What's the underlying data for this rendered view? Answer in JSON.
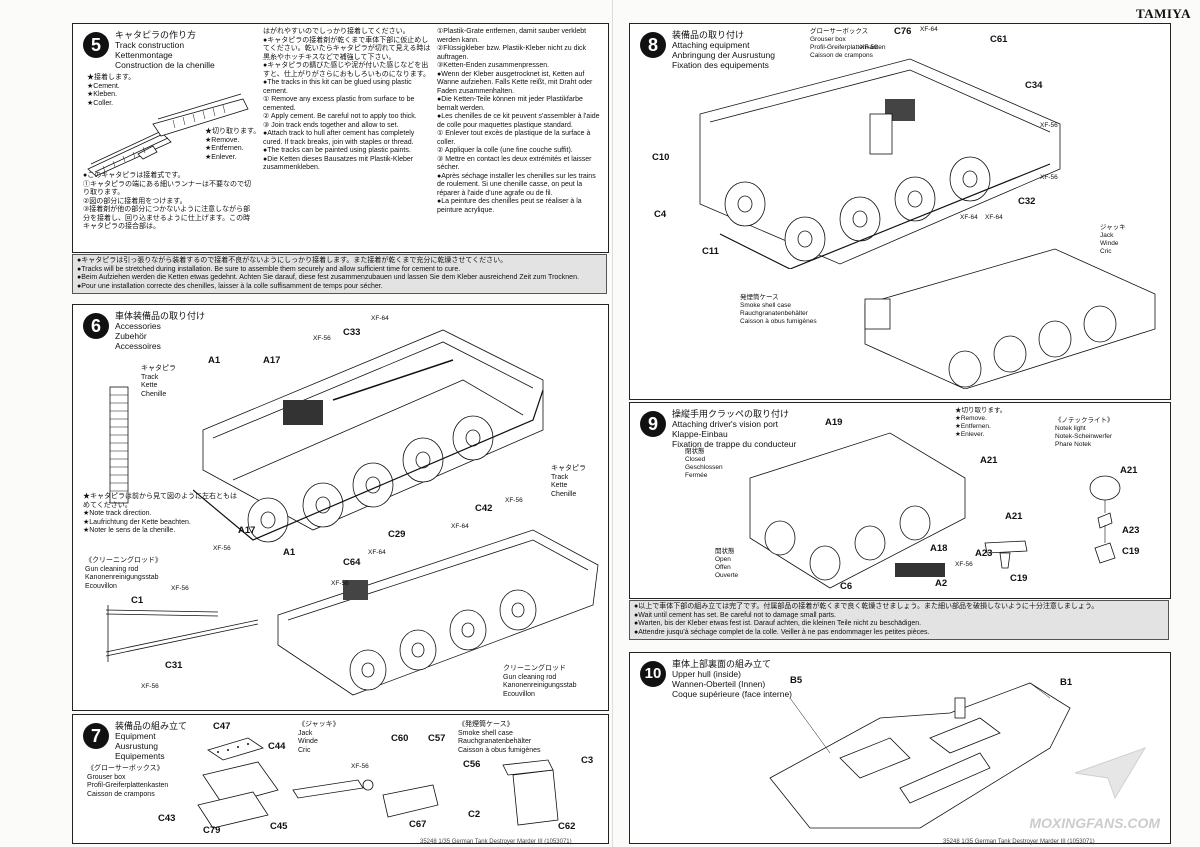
{
  "brand": "TAMIYA",
  "watermark": "MOXINGFANS.COM",
  "footer_left": "35248 1/35 German Tank Destroyer Marder III (1053071)",
  "footer_right": "35248 1/35 German Tank Destroyer Marder III (1053071)",
  "step5": {
    "num": "5",
    "title_jp": "キャタピラの作り方",
    "title_en": "Track construction",
    "title_de": "Kettenmontage",
    "title_fr": "Construction de la chenille",
    "legend_cement": "★接着します。\n★Cement.\n★Kleben.\n★Coller.",
    "legend_remove": "★切り取ります。\n★Remove.\n★Entfernen.\n★Enlever.",
    "jp_note": "●このキャタピラは接着式です。\n①キャタピラの端にある細いランナーは不要なので切り取ります。\n②図の部分に接着用をつけます。\n③接着剤が他の部分につかないように注意しながら部分を接着し、回り込ませるように仕上げます。この時キャタピラの接合部は。",
    "col2": "はがれやすいのでしっかり接着してください。\n●キャタピラの接着剤が乾くまで車体下部に仮止めしてください。乾いたらキャタピラが切れて見える時は黒糸やホッチキスなどで補強して下さい。\n●キャタピラの錆びた感じや泥が付いた感じなどを出すと、仕上がりがさらにおもしろいものになります。\n●The tracks in this kit can be glued using plastic cement.\n① Remove any excess plastic from surface to be cemented.\n② Apply cement. Be careful not to apply too thick.\n③ Join track ends together and allow to set.\n●Attach track to hull after cement has completely cured. If track breaks, join with staples or thread.\n●The tracks can be painted using plastic paints.\n●Die Ketten dieses Bausatzes mit Plastik-Kleber zusammenkleben.",
    "col3": "①Plastik-Grate entfernen, damit sauber verklebt werden kann.\n②Flüssigkleber bzw. Plastik-Kleber nicht zu dick auftragen.\n③Ketten-Enden zusammenpressen.\n●Wenn der Kleber ausgetrocknet ist, Ketten auf Wanne aufziehen. Falls Kette reißt, mit Draht oder Faden zusammenhalten.\n●Die Ketten-Teile können mit jeder Plastikfarbe bemalt werden.\n●Les chenilles de ce kit peuvent s'assembler à l'aide de colle pour maquettes plastique standard.\n① Enlever tout excès de plastique de la surface à coller.\n② Appliquer la colle (une fine couche suffit).\n③ Mettre en contact les deux extrémités et laisser sécher.\n●Après séchage installer les chenilles sur les trains de roulement. Si une chenille casse, on peut la réparer à l'aide d'une agrafe ou de fil.\n●La peinture des chenilles peut se réaliser à la peinture acrylique."
  },
  "warning1": {
    "jp": "●キャタピラは引っ張りながら装着するので接着不良がないようにしっかり接着します。また接着が乾くまで充分に乾燥させてください。",
    "en": "●Tracks will be stretched during installation. Be sure to assemble them securely and allow sufficient time for cement to cure.",
    "de": "●Beim Aufziehen werden die Ketten etwas gedehnt. Achten Sie darauf, diese fest zusammenzubauen und lassen Sie dem Kleber ausreichend Zeit zum Trocknen.",
    "fr": "●Pour une installation correcte des chenilles, laisser à la colle suffisamment de temps pour sécher."
  },
  "step6": {
    "num": "6",
    "title_jp": "車体装備品の取り付け",
    "title_en": "Accessories",
    "title_de": "Zubehör",
    "title_fr": "Accessoires",
    "track_label": "キャタピラ\nTrack\nKette\nChenille",
    "track_label2": "キャタピラ\nTrack\nKette\nChenille",
    "note_direction": "★キャタピラは前から見て図のように左右ともはめてください。\n★Note track direction.\n★Laufrichtung der Kette beachten.\n★Noter le sens de la chenille.",
    "cleaning_rod": "《クリーニングロッド》\nGun cleaning rod\nKanonenreinigungsstab\nEcouvillon",
    "cleaning_rod2": "クリーニングロッド\nGun cleaning rod\nKanonenreinigungsstab\nEcouvillon",
    "parts": [
      "A1",
      "A17",
      "C33",
      "A17",
      "A1",
      "C42",
      "C29",
      "C64",
      "C1",
      "C31"
    ],
    "paints": [
      "XF-64",
      "XF-56",
      "XF-56",
      "XF-56",
      "XF-64",
      "XF-56",
      "XF-64",
      "XF-56",
      "XF-56"
    ]
  },
  "step7": {
    "num": "7",
    "title_jp": "装備品の組み立て",
    "title_en": "Equipment",
    "title_de": "Ausrustung",
    "title_fr": "Equipements",
    "grouser": "《グローサーボックス》\nGrouser box\nProfil-Greiferplattenkasten\nCaisson de crampons",
    "jack": "《ジャッキ》\nJack\nWinde\nCric",
    "smoke": "《発煙筒ケース》\nSmoke shell case\nRauchgranatenbehälter\nCaisson à obus fumigènes",
    "parts": [
      "C47",
      "C44",
      "C43",
      "C79",
      "C45",
      "C60",
      "C57",
      "C67",
      "C56",
      "C3",
      "C2",
      "C62"
    ],
    "paint": "XF-56"
  },
  "step8": {
    "num": "8",
    "title_jp": "装備品の取り付け",
    "title_en": "Attaching equipment",
    "title_de": "Anbringung der Ausrustung",
    "title_fr": "Fixation des equipements",
    "grouser": "グローサーボックス\nGrouser box\nProfil-Greiferplattenkasten\nCaisson de crampons",
    "jack": "ジャッキ\nJack\nWinde\nCric",
    "smoke": "発煙筒ケース\nSmoke shell case\nRauchgranatenbehälter\nCaisson à obus fumigènes",
    "parts": [
      "C76",
      "C61",
      "C34",
      "C10",
      "C4",
      "C11",
      "C32"
    ],
    "paints": [
      "XF-64",
      "XF-56",
      "XF-56",
      "XF-56",
      "XF-64",
      "XF-64"
    ]
  },
  "step9": {
    "num": "9",
    "title_jp": "操縦手用クラッペの取り付け",
    "title_en": "Attaching driver's vision port",
    "title_de": "Klappe-Einbau",
    "title_fr": "Fixation de trappe du conducteur",
    "closed": "閉状態\nClosed\nGeschlossen\nFermée",
    "open": "開状態\nOpen\nOffen\nOuverte",
    "remove": "★切り取ります。\n★Remove.\n★Entfernen.\n★Enlever.",
    "notek": "《ノテックライト》\nNotek light\nNotek-Scheinwerfer\nPhare Notek",
    "parts": [
      "A19",
      "A21",
      "A21",
      "A21",
      "A23",
      "A23",
      "C19",
      "C19",
      "A18",
      "A2",
      "C6"
    ],
    "paint": "XF-56"
  },
  "warning2": {
    "jp": "●以上で車体下部の組み立ては完了です。付属部品の接着が乾くまで良く乾燥させましょう。また細い部品を破損しないように十分注意しましょう。",
    "en": "●Wait until cement has set. Be careful not to damage small parts.",
    "de": "●Warten, bis der Kleber etwas fest ist. Darauf achten, die kleinen Teile nicht zu beschädigen.",
    "fr": "●Attendre jusqu'à séchage complet de la colle. Veiller à ne pas endommager les petites pièces."
  },
  "step10": {
    "num": "10",
    "title_jp": "車体上部裏面の組み立て",
    "title_en": "Upper hull (inside)",
    "title_de": "Wannen-Oberteil (Innen)",
    "title_fr": "Coque supérieure (face interne)",
    "parts": [
      "B5",
      "B1"
    ]
  }
}
